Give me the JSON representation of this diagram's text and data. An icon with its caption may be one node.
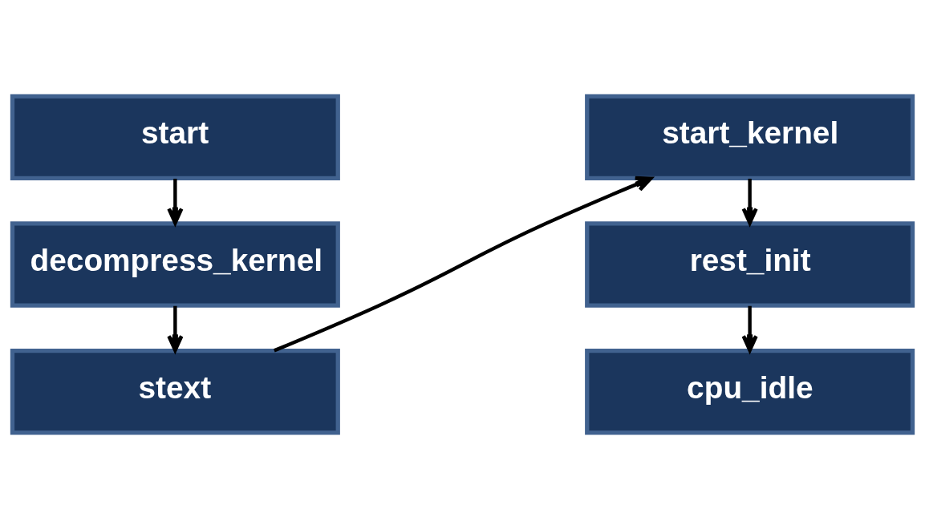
{
  "diagram": {
    "nodes": [
      {
        "text": [
          "start"
        ]
      },
      {
        "text": [
          "decompress_kernel"
        ]
      },
      {
        "text": [
          "stext"
        ]
      },
      {
        "text": [
          "start_kernel"
        ]
      },
      {
        "text": [
          "rest_init"
        ]
      },
      {
        "text": [
          "cpu_idle"
        ]
      }
    ],
    "edges": [
      {
        "from": 0,
        "to": 1,
        "arrow": "to"
      },
      {
        "from": 1,
        "to": 2,
        "arrow": "to"
      },
      {
        "from": 2,
        "to": 3,
        "arrow": "to"
      },
      {
        "from": 3,
        "to": 4,
        "arrow": "to"
      },
      {
        "from": 4,
        "to": 5,
        "arrow": "to"
      }
    ]
  }
}
